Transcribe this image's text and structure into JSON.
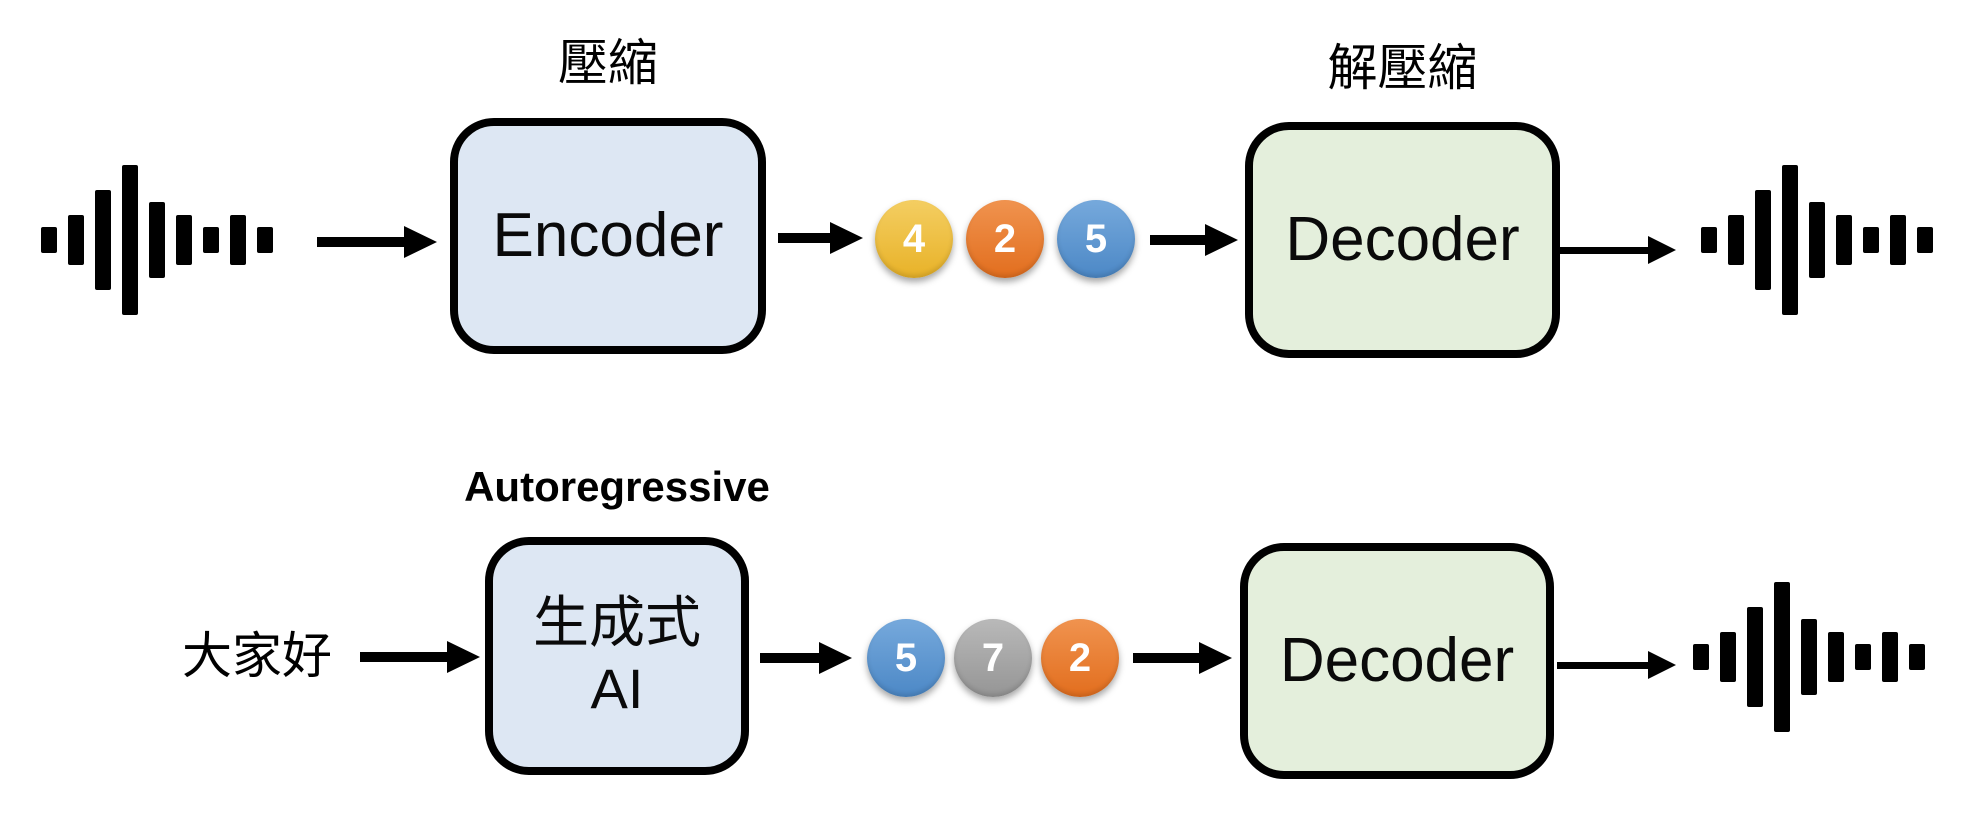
{
  "colors": {
    "encoder_box_fill": "#dde7f3",
    "decoder_box_fill": "#e4efdc",
    "box_border": "#000000",
    "arrow": "#000000",
    "token_text": "#ffffff",
    "token_gold": "#edbe3c",
    "token_orange": "#ed7d31",
    "token_blue": "#5b9bd5",
    "token_gray": "#a6a6a6"
  },
  "waveform": {
    "bars": [
      26,
      50,
      100,
      150,
      76,
      50,
      26,
      50,
      26
    ]
  },
  "row1": {
    "encoder": {
      "label": "壓縮",
      "text": "Encoder"
    },
    "tokens": [
      {
        "value": "4",
        "bg": "linear-gradient(180deg,#f4ce62,#e8b228)"
      },
      {
        "value": "2",
        "bg": "linear-gradient(180deg,#f0934f,#e26e1e)"
      },
      {
        "value": "5",
        "bg": "linear-gradient(180deg,#76a9dc,#4c88c6)"
      }
    ],
    "decoder": {
      "label": "解壓縮",
      "text": "Decoder"
    }
  },
  "row2": {
    "input_text": "大家好",
    "generator": {
      "label": "Autoregressive",
      "text_line1": "生成式",
      "text_line2": "AI"
    },
    "tokens": [
      {
        "value": "5",
        "bg": "linear-gradient(180deg,#76a9dc,#4c88c6)"
      },
      {
        "value": "7",
        "bg": "linear-gradient(180deg,#b9b9b9,#959595)"
      },
      {
        "value": "2",
        "bg": "linear-gradient(180deg,#f0934f,#e26e1e)"
      }
    ],
    "decoder": {
      "text": "Decoder"
    }
  }
}
